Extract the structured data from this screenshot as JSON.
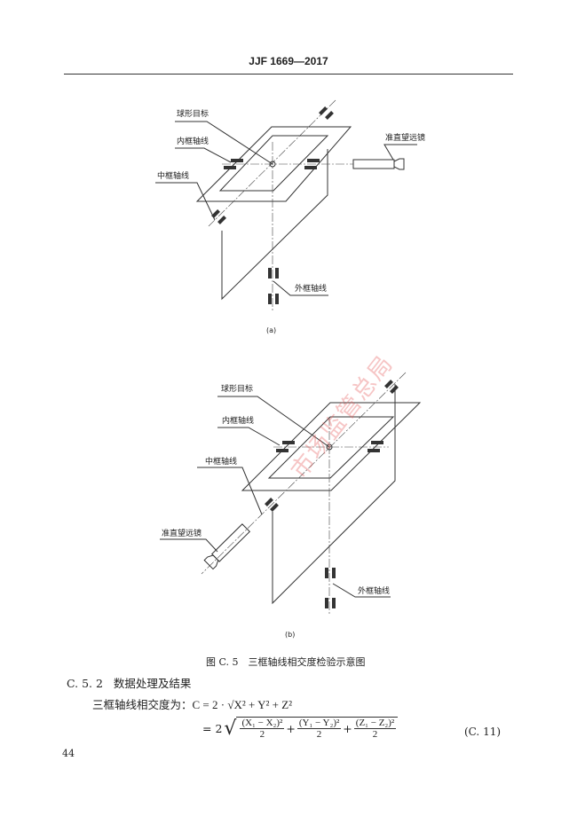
{
  "header": {
    "title": "JJF 1669—2017"
  },
  "figure_a": {
    "labels": {
      "target": "球形目标",
      "inner_axis": "内框轴线",
      "middle_axis": "中框轴线",
      "outer_axis": "外框轴线",
      "telescope": "准直望远镜"
    },
    "caption": "(a)"
  },
  "figure_b": {
    "labels": {
      "target": "球形目标",
      "inner_axis": "内框轴线",
      "middle_axis": "中框轴线",
      "outer_axis": "外框轴线",
      "telescope": "准直望远镜"
    },
    "caption": "(b)"
  },
  "figure_caption": "图 C. 5　三框轴线相交度检验示意图",
  "section": {
    "number": "C. 5. 2",
    "title": "数据处理及结果"
  },
  "equation": {
    "lead": "三框轴线相交度为：",
    "line1": "C = 2 · √X² + Y² + Z²",
    "line1_symbol": "C",
    "line1_rhs": "= 2 · √",
    "line1_radicand": "X² + Y² + Z²",
    "line2_prefix": "= 2",
    "terms": [
      "(X₁ − X₂)²",
      "(Y₁ − Y₂)²",
      "(Z₁ − Z₂)²"
    ],
    "denominator": "2",
    "plus": "+",
    "number": "(C. 11)"
  },
  "page_number": "44",
  "watermark": "市场监管总局"
}
